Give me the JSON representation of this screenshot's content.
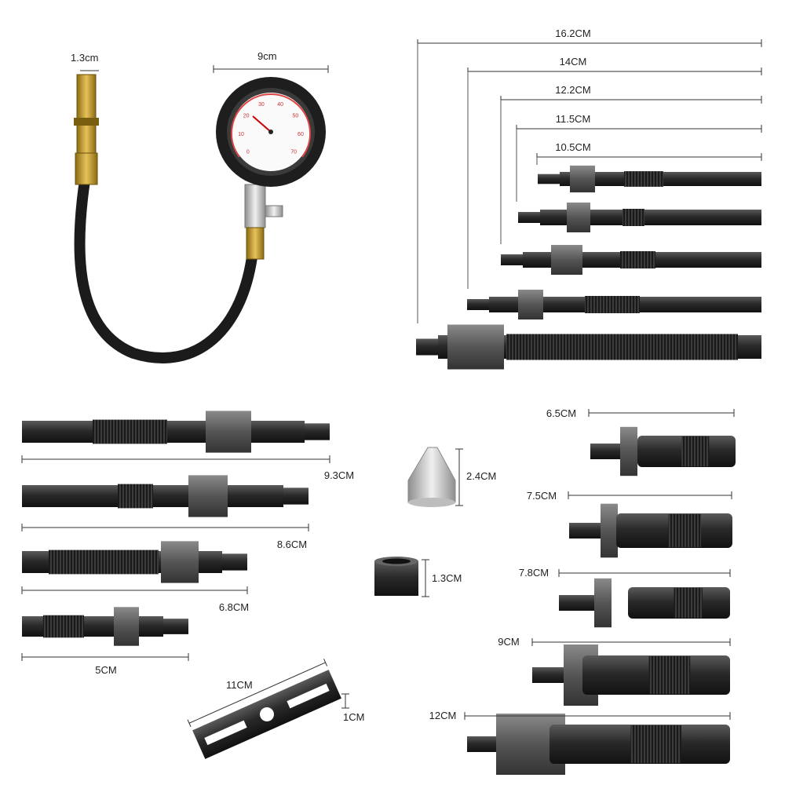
{
  "gauge": {
    "connector_width": "1.3cm",
    "dial_width": "9cm",
    "dial_ticks": [
      "0",
      "10",
      "20",
      "30",
      "40",
      "50",
      "60",
      "70"
    ]
  },
  "long_adapters": [
    {
      "label": "16.2CM"
    },
    {
      "label": "14CM"
    },
    {
      "label": "12.2CM"
    },
    {
      "label": "11.5CM"
    },
    {
      "label": "10.5CM"
    }
  ],
  "left_adapters": [
    {
      "label": "9.3CM"
    },
    {
      "label": "8.6CM"
    },
    {
      "label": "6.8CM"
    },
    {
      "label": "5CM"
    }
  ],
  "cone_tip": {
    "label": "2.4CM"
  },
  "sleeve": {
    "label": "1.3CM"
  },
  "wrench": {
    "length_label": "11CM",
    "thickness_label": "1CM"
  },
  "right_adapters": [
    {
      "label": "6.5CM"
    },
    {
      "label": "7.5CM"
    },
    {
      "label": "7.8CM"
    },
    {
      "label": "9CM"
    },
    {
      "label": "12CM"
    }
  ],
  "colors": {
    "metal_dark": "#2b2b2b",
    "metal_mid": "#4a4a4a",
    "brass": "#c9a227",
    "aluminum": "#c8c8c8",
    "gauge_needle": "#cc0000"
  }
}
